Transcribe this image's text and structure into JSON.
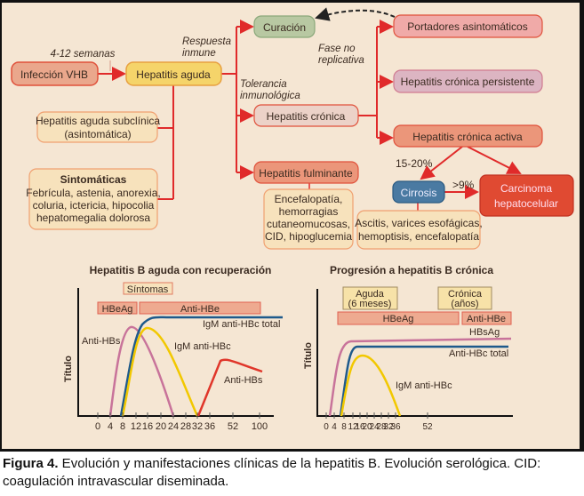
{
  "flow": {
    "infeccion": "Infección VHB",
    "semanas": "4-12 semanas",
    "aguda": "Hepatitis aguda",
    "respuesta": [
      "Respuesta",
      "inmune"
    ],
    "curacion": "Curación",
    "tolerancia": [
      "Tolerancia",
      "inmunológica"
    ],
    "cronica": "Hepatitis crónica",
    "fulminante": "Hepatitis fulminante",
    "subclinica": [
      "Hepatitis aguda subclínica",
      "(asintomática)"
    ],
    "sintomaticas_title": "Sintomáticas",
    "sintomaticas": [
      "Febrícula, astenia, anorexia,",
      "coluria, ictericia, hipocolia",
      "hepatomegalia dolorosa"
    ],
    "fulminante_det": [
      "Encefalopatía,",
      "hemorragias",
      "cutaneomucosas,",
      "CID, hipoglucemia"
    ],
    "fase": [
      "Fase no",
      "replicativa"
    ],
    "portadores": "Portadores asintomáticos",
    "persistente": "Hepatitis crónica persistente",
    "activa": "Hepatitis crónica activa",
    "pct_cirrosis": "15-20%",
    "cirrosis": "Cirrosis",
    "pct_carcinoma": ">9%",
    "carcinoma": [
      "Carcinoma",
      "hepatocelular"
    ],
    "cirrosis_det": [
      "Ascitis, varices esofágicas,",
      "hemoptisis, encefalopatía"
    ]
  },
  "chart_left": {
    "title": "Hepatitis B aguda con recuperación",
    "ylabel": "Título",
    "sintomas": "Síntomas",
    "hbeag": "HBeAg",
    "antihbe": "Anti-HBe",
    "ticks": [
      "0",
      "4",
      "8",
      "12",
      "16",
      "20",
      "24",
      "28",
      "32",
      "36",
      "52",
      "100"
    ],
    "labels": {
      "total": "IgM anti-HBc total",
      "antihbs1": "Anti-HBs",
      "igm": "IgM anti-HBc",
      "antihbs2": "Anti-HBs"
    }
  },
  "chart_right": {
    "title": "Progresión a hepatitis B crónica",
    "ylabel": "Título",
    "aguda": [
      "Aguda",
      "(6 meses)"
    ],
    "cronica": [
      "Crónica",
      "(años)"
    ],
    "hbeag": "HBeAg",
    "antihbe": "Anti-HBe",
    "ticks": [
      "0",
      "4",
      "8",
      "12",
      "16",
      "20",
      "24",
      "28",
      "32",
      "36",
      "52"
    ],
    "labels": {
      "hbsag": "HBsAg",
      "total": "Anti-HBc total",
      "igm": "IgM anti-HBc"
    }
  },
  "caption": {
    "label": "Figura 4.",
    "text": " Evolución y manifestaciones clínicas de la hepatitis B. Evolución serológica. CID: coagulación intravascular diseminada."
  },
  "colors": {
    "background": "#f5e6d3",
    "arrow": "#e02a2a",
    "blue": "#1e5a8c",
    "yellow": "#f2c800",
    "pink": "#c8739a",
    "red": "#e0362a"
  }
}
